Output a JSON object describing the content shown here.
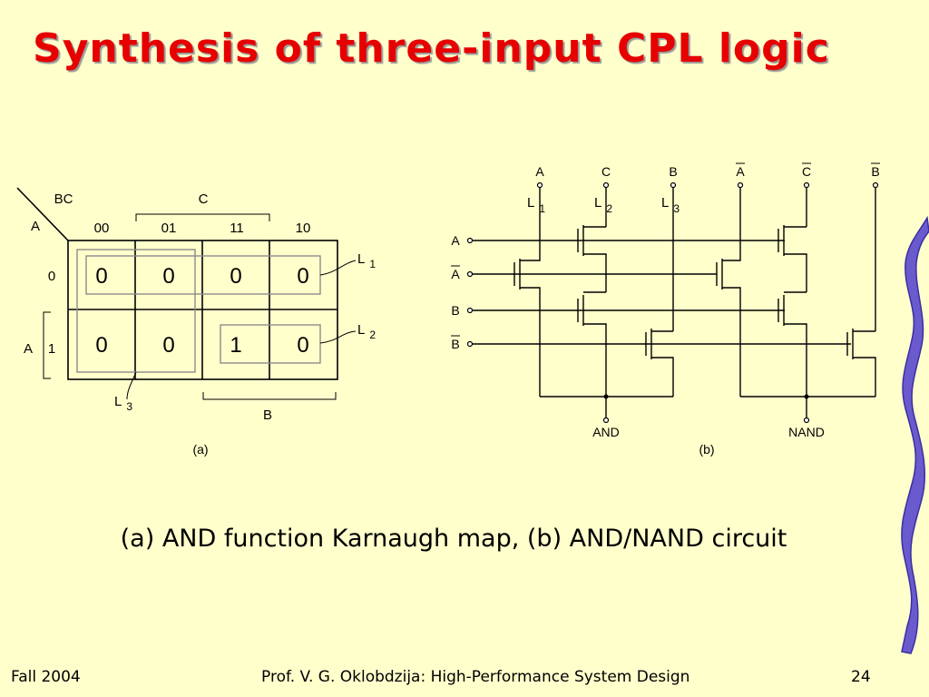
{
  "slide": {
    "title": "Synthesis of three-input CPL logic",
    "caption": "(a) AND function Karnaugh map, (b) AND/NAND circuit",
    "footer_left": "Fall 2004",
    "footer_center": "Prof. V. G. Oklobdzija: High-Performance System Design",
    "footer_right": "24"
  },
  "kmap": {
    "corner_top": "BC",
    "corner_left": "A",
    "col_group_label": "C",
    "columns": [
      "00",
      "01",
      "11",
      "10"
    ],
    "rows": [
      "0",
      "1"
    ],
    "row_group_label": "A",
    "bottom_group_label": "B",
    "cells": [
      [
        "0",
        "0",
        "0",
        "0"
      ],
      [
        "0",
        "0",
        "1",
        "0"
      ]
    ],
    "loop_labels": [
      {
        "letter": "L",
        "index": "1"
      },
      {
        "letter": "L",
        "index": "2"
      },
      {
        "letter": "L",
        "index": "3"
      }
    ],
    "label": "(a)"
  },
  "circuit": {
    "top_inputs": [
      "A",
      "C",
      "B",
      "A",
      "C",
      "B"
    ],
    "left_inputs": [
      "A",
      "A",
      "B",
      "B"
    ],
    "loop_labels": [
      {
        "letter": "L",
        "index": "1"
      },
      {
        "letter": "L",
        "index": "2"
      },
      {
        "letter": "L",
        "index": "3"
      }
    ],
    "outputs": [
      "AND",
      "NAND"
    ],
    "label": "(b)"
  },
  "colors": {
    "title": "#e60000",
    "background": "#ffffcc",
    "ribbon": "#6a5acd",
    "loop": "#8c8c8c"
  }
}
